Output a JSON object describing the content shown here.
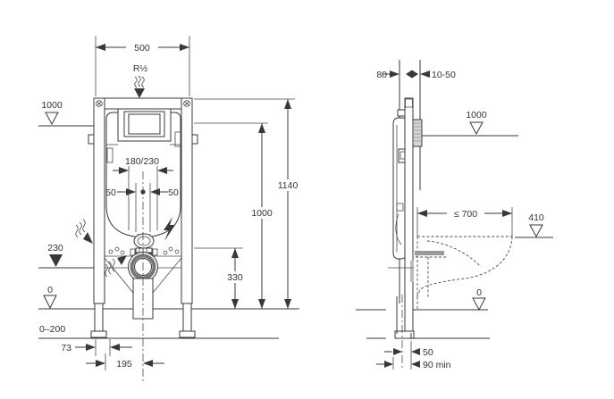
{
  "drawing_type": "wall-frame installation diagram (front and side view, dimensions in mm)",
  "views": {
    "front": {
      "labels": {
        "width": "500",
        "thread": "R½",
        "supply_level": "1000",
        "height_total": "1140",
        "height_1000": "1000",
        "fixing_spacing": "180/230",
        "fifty_left": "50",
        "fifty_right": "50",
        "level_230": "230",
        "height_330": "330",
        "level_0": "0",
        "range_0_200": "0–200",
        "dim_73": "73",
        "dim_195": "195"
      },
      "icons": [
        "water-supply-icon",
        "water-inlet-icon",
        "lightning-icon",
        "level-triangle"
      ]
    },
    "side": {
      "labels": {
        "depth_80": "80",
        "range_10_50": "10-50",
        "level_1000": "1000",
        "pan_depth": "≤ 700",
        "level_410": "410",
        "level_0": "0",
        "dim_50": "50",
        "dim_90_min": "90 min"
      },
      "icons": [
        "level-triangle",
        "wc-pan-dashed-outline"
      ]
    }
  },
  "colors": {
    "line": "#383838",
    "text": "#333333",
    "plate_gray": "#9a9a9a",
    "background": "#ffffff"
  }
}
